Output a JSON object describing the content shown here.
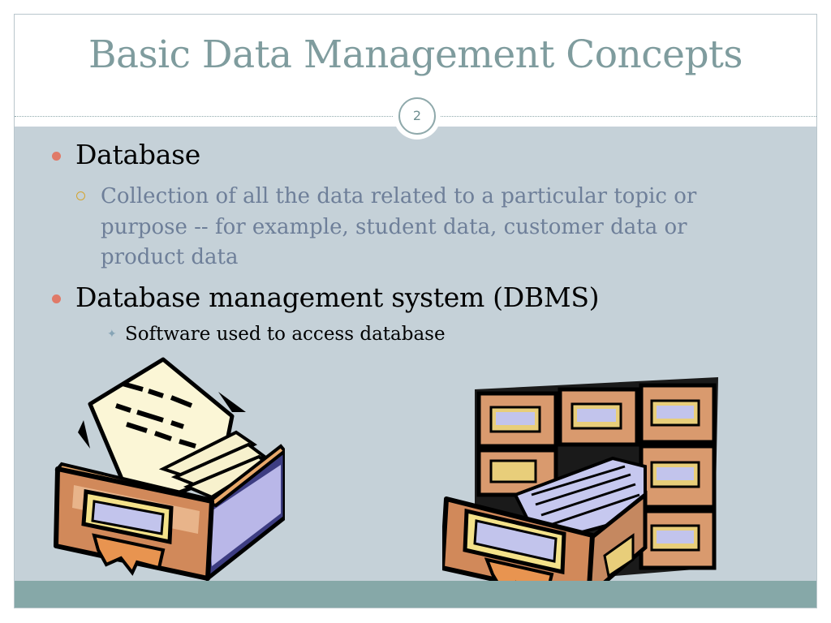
{
  "slide": {
    "title": "Basic Data Management Concepts",
    "page_number": "2",
    "bullets": [
      {
        "text": "Database",
        "sub": [
          {
            "text": "Collection of all the data related to a particular topic or purpose -- for example, student data, customer data or product data"
          }
        ]
      },
      {
        "text": "Database management system (DBMS)",
        "sub": [
          {
            "text": "Software used to access database"
          }
        ]
      }
    ]
  },
  "images": [
    {
      "icon": "card-file-drawer-icon"
    },
    {
      "icon": "filing-cabinet-icon"
    }
  ],
  "colors": {
    "title": "#7f9c9e",
    "background": "#c5d1d8",
    "bullet_dot": "#e07a68",
    "sub_bullet_ring": "#d4a430",
    "sub_text": "#6e7f99",
    "footer_bar": "#86a8a8"
  }
}
